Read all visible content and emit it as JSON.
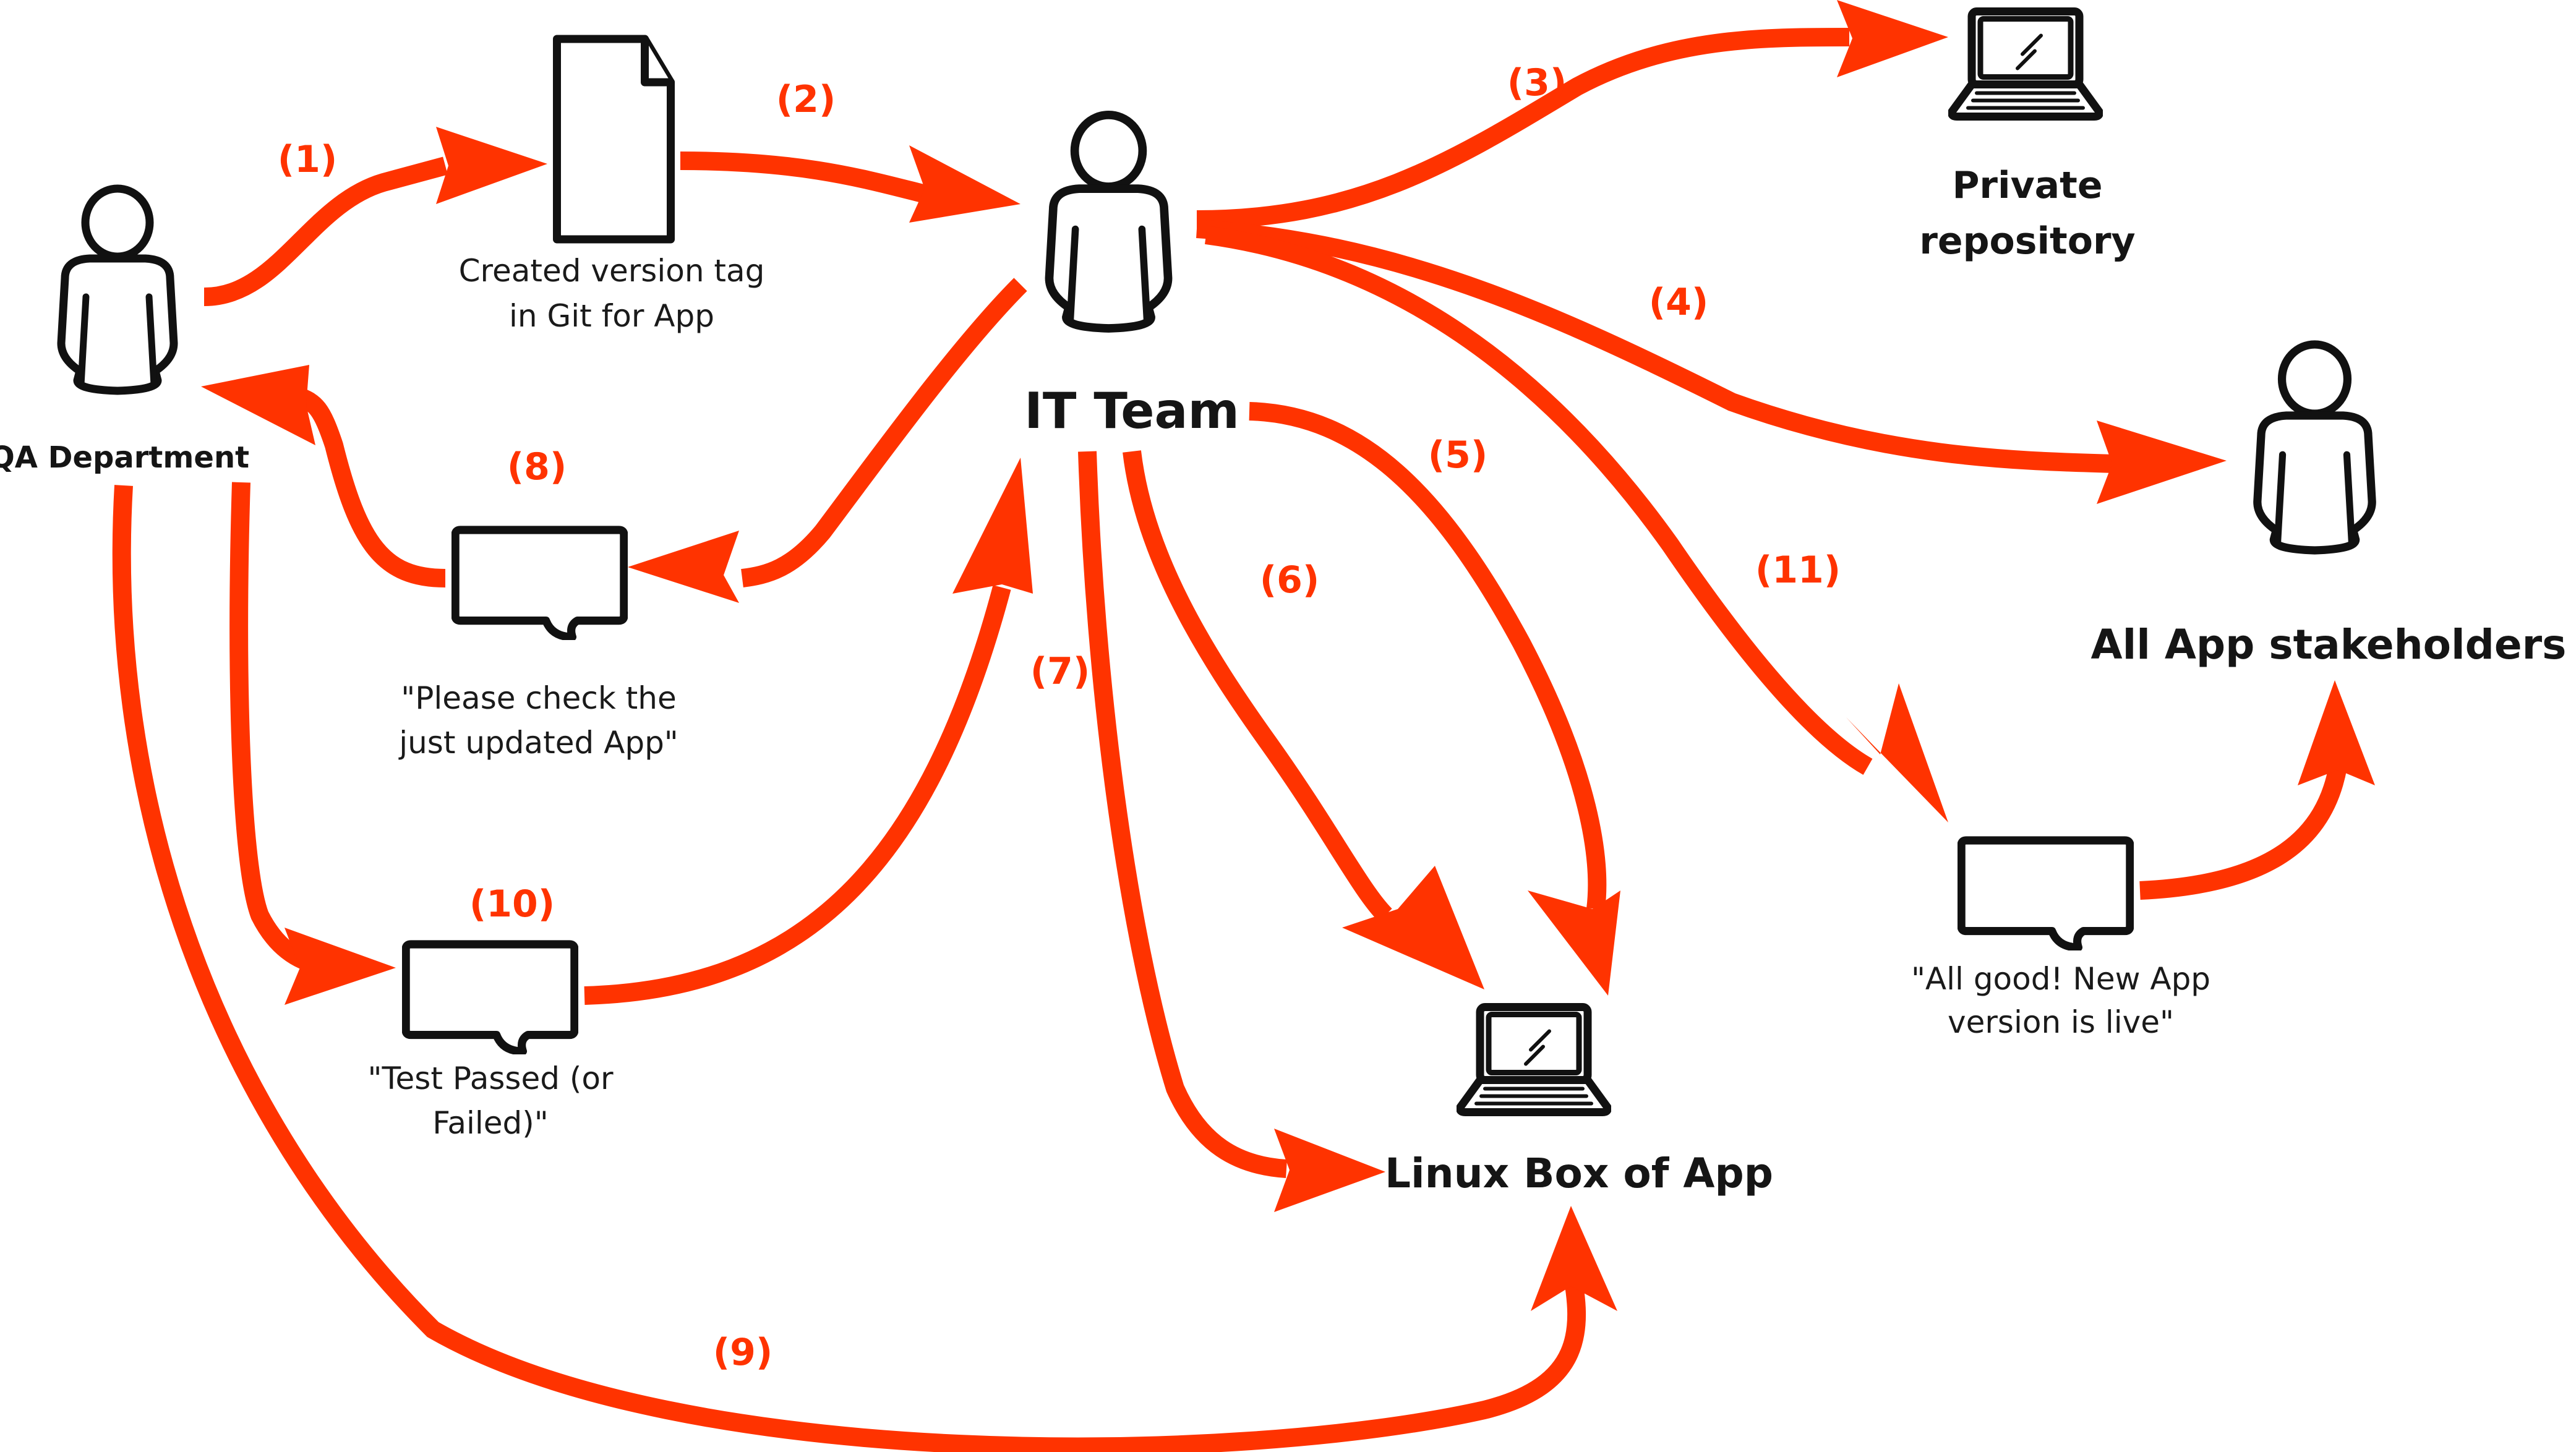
{
  "diagram": {
    "accent_color": "#FF3300",
    "text_color": "#151515",
    "background": "#FFFFFF"
  },
  "nodes": {
    "qa": {
      "label": "QA Department",
      "icon": "person-icon"
    },
    "doc": {
      "caption_line1": "Created version tag",
      "caption_line2": "in Git for App",
      "icon": "document-icon"
    },
    "it": {
      "label": "IT Team",
      "icon": "person-icon"
    },
    "repo": {
      "label_line1": "Private",
      "label_line2": "repository",
      "icon": "laptop-icon"
    },
    "stakeholders": {
      "label": "All App stakeholders",
      "icon": "person-icon"
    },
    "linux": {
      "label": "Linux Box of App",
      "icon": "laptop-icon"
    },
    "msg_check": {
      "caption_line1": "\"Please check the",
      "caption_line2": "just updated App\"",
      "icon": "speech-bubble-icon"
    },
    "msg_test": {
      "caption_line1": "\"Test Passed (or",
      "caption_line2": "Failed)\"",
      "icon": "speech-bubble-icon"
    },
    "msg_live": {
      "caption_line1": "\"All good! New App",
      "caption_line2": "version is live\"",
      "icon": "speech-bubble-icon"
    }
  },
  "steps": [
    {
      "id": 1,
      "label": "(1)",
      "from": "QA Department",
      "to": "Created version tag"
    },
    {
      "id": 2,
      "label": "(2)",
      "from": "Created version tag",
      "to": "IT Team"
    },
    {
      "id": 3,
      "label": "(3)",
      "from": "IT Team",
      "to": "Private repository"
    },
    {
      "id": 4,
      "label": "(4)",
      "from": "IT Team",
      "to": "All App stakeholders"
    },
    {
      "id": 5,
      "label": "(5)",
      "from": "IT Team",
      "to": "Linux Box of App"
    },
    {
      "id": 6,
      "label": "(6)",
      "from": "IT Team",
      "to": "Linux Box of App"
    },
    {
      "id": 7,
      "label": "(7)",
      "from": "IT Team",
      "to": "Linux Box of App"
    },
    {
      "id": 8,
      "label": "(8)",
      "from": "IT Team",
      "to": "QA Department"
    },
    {
      "id": 9,
      "label": "(9)",
      "from": "QA Department",
      "to": "Linux Box of App"
    },
    {
      "id": 10,
      "label": "(10)",
      "from": "QA Department",
      "to": "IT Team"
    },
    {
      "id": 11,
      "label": "(11)",
      "from": "IT Team",
      "to": "All App stakeholders"
    }
  ]
}
